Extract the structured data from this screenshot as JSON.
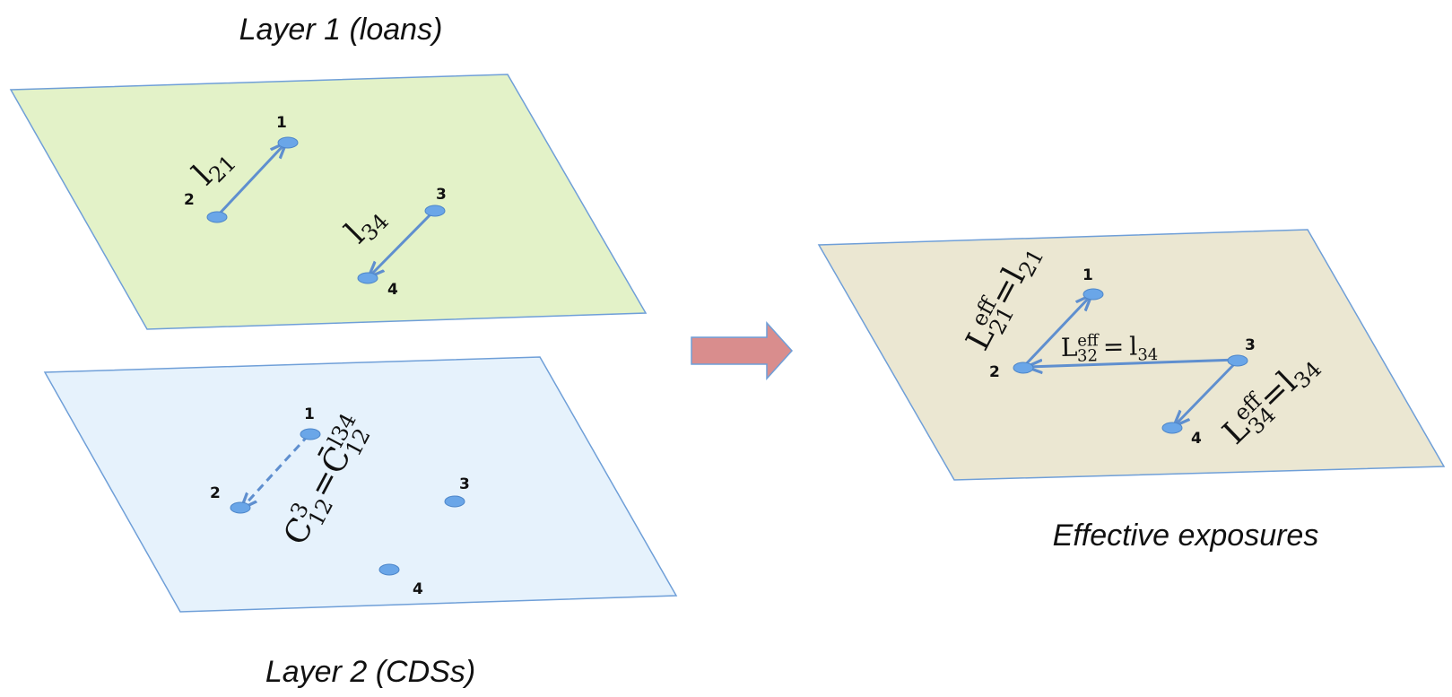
{
  "captions": {
    "layer1": "Layer 1 (loans)",
    "layer2": "Layer 2 (CDSs)",
    "effective": "Effective exposures"
  },
  "nodes": {
    "n1": "1",
    "n2": "2",
    "n3": "3",
    "n4": "4"
  },
  "edges": {
    "l21": {
      "base": "l",
      "sub": "21"
    },
    "l34": {
      "base": "l",
      "sub": "34"
    },
    "c12": {
      "base": "C",
      "sup": "3",
      "sub": "12",
      "eq": "=",
      "rbase": "C̄",
      "rsup": "l34",
      "rsub": "12"
    },
    "L21": {
      "base": "L",
      "sup": "eff",
      "sub": "21",
      "eq": "=",
      "rbase": "l",
      "rsub": "21"
    },
    "L32": {
      "base": "L",
      "sup": "eff",
      "sub": "32",
      "eq": "=",
      "rbase": "l",
      "rsub": "34"
    },
    "L34": {
      "base": "L",
      "sup": "eff",
      "sub": "34",
      "eq": "=",
      "rbase": "l",
      "rsub": "34"
    }
  },
  "colors": {
    "layer1_fill": "#e3f2c8",
    "layer2_fill": "#e6f2fc",
    "effective_fill": "#ebe7d2",
    "plane_border": "#6f9fd8",
    "node_fill": "#6aa6e8",
    "edge": "#5f8fcf",
    "transition_arrow": "#d98d8d"
  },
  "icons": {
    "transition": "right-arrow-icon"
  }
}
